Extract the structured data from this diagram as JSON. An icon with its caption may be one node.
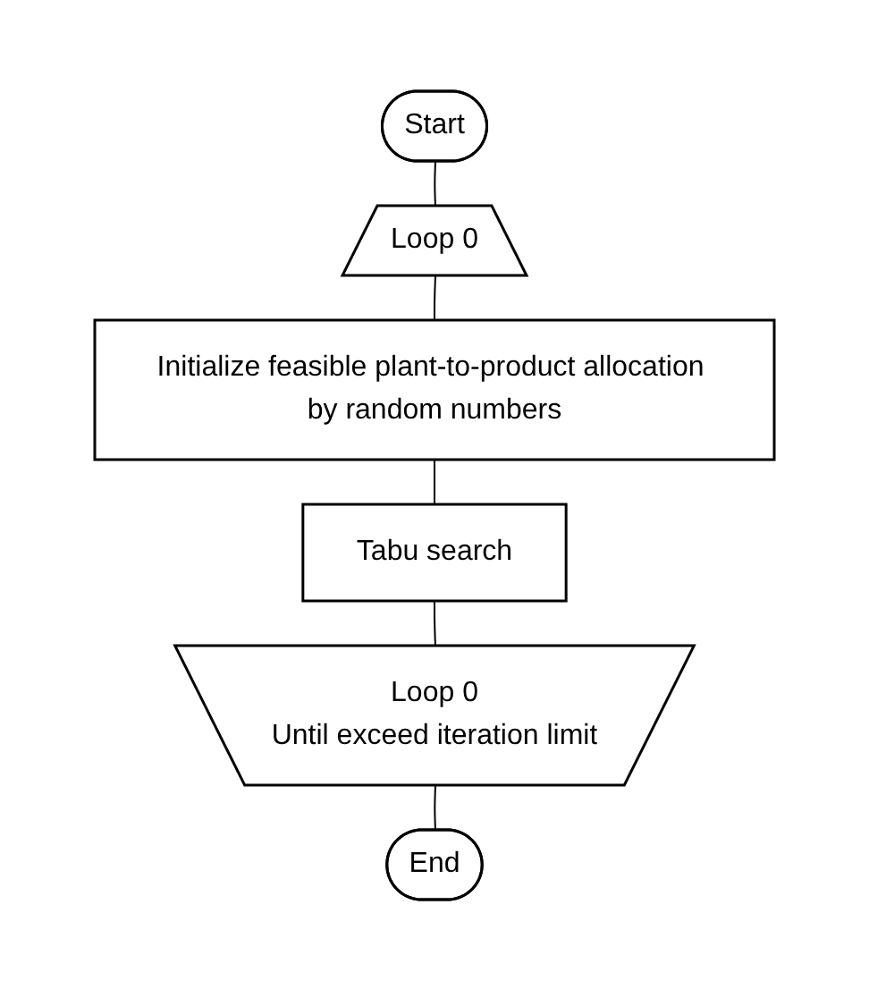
{
  "diagram": {
    "nodes": [
      {
        "text": [
          "Start"
        ]
      },
      {
        "text": [
          "Loop 0"
        ]
      },
      {
        "text": [
          "Initialize feasible plant-to-product allocation by random numbers"
        ]
      },
      {
        "text": [
          "Tabu search"
        ]
      },
      {
        "text": [
          "Loop 0",
          "Until exceed iteration limit"
        ]
      },
      {
        "text": [
          "End"
        ]
      }
    ],
    "edges": [
      {
        "from": 0,
        "to": 1,
        "arrow": "none"
      },
      {
        "from": 1,
        "to": 2,
        "arrow": "none"
      },
      {
        "from": 2,
        "to": 3,
        "arrow": "none"
      },
      {
        "from": 3,
        "to": 4,
        "arrow": "none"
      },
      {
        "from": 4,
        "to": 5,
        "arrow": "none"
      }
    ]
  }
}
